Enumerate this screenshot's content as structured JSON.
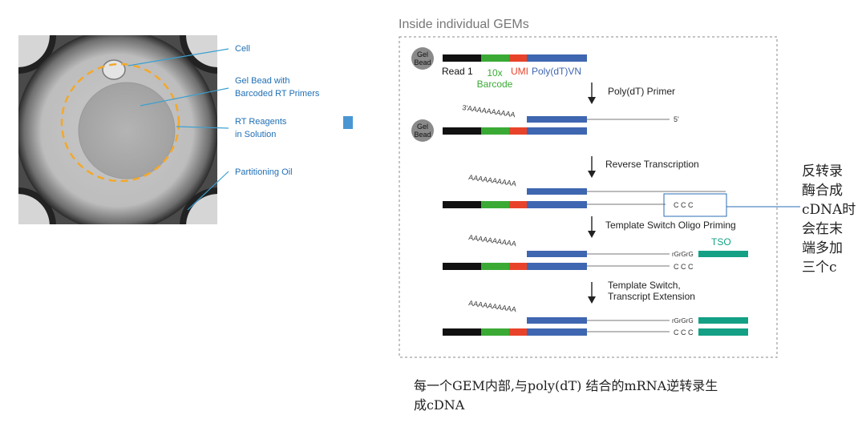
{
  "micrograph_labels": {
    "cell": "Cell",
    "gel_bead": [
      "Gel Bead with",
      "Barcoded RT Primers"
    ],
    "rt_reagents": [
      "RT Reagents",
      "in Solution"
    ],
    "oil": "Partitioning Oil"
  },
  "panel": {
    "title": "Inside individual GEMs",
    "gel_bead_label": [
      "Gel",
      "Bead"
    ],
    "primer_parts": {
      "read1": "Read 1",
      "barcode": [
        "10x",
        "Barcode"
      ],
      "umi": "UMI",
      "polydt": "Poly(dT)VN"
    },
    "steps": [
      "Poly(dT) Primer",
      "Reverse Transcription",
      "Template Switch Oligo Priming",
      "Template Switch,",
      "Transcript Extension"
    ],
    "polyA": "AAAAAAAAAA",
    "polyA_3prime": "3'AAAAAAAAAA",
    "five_prime": "5'",
    "ccc": "C C C",
    "rgrgrg": "rGrGrG",
    "tso": "TSO"
  },
  "annotation": [
    "反转录",
    "酶合成",
    "cDNA时",
    "会在末",
    "端多加",
    "三个c"
  ],
  "caption": [
    "每一个GEM内部,与poly(dT) 结合的mRNA逆转录生",
    "成cDNA"
  ],
  "colors": {
    "read1": "#111111",
    "barcode": "#3aaa35",
    "umi": "#e8432a",
    "polydt": "#3f66b0",
    "tso": "#13a085",
    "label_blue": "#1f6fb5",
    "ring": "#f3a82a"
  }
}
